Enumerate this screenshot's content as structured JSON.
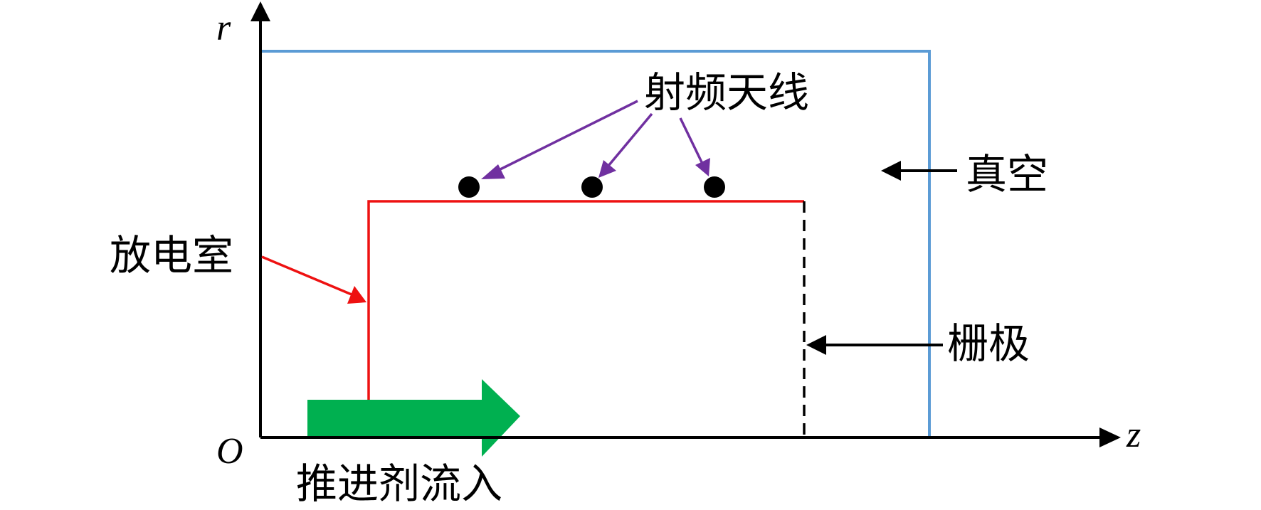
{
  "axes": {
    "r_label": "r",
    "z_label": "z",
    "origin_label": "O"
  },
  "labels": {
    "rf_antenna": "射频天线",
    "vacuum": "真空",
    "discharge_chamber": "放电室",
    "grid": "栅极",
    "propellant_inflow": "推进剂流入"
  },
  "colors": {
    "vacuum_boundary": "#5b9bd5",
    "chamber_wall": "#ee1111",
    "antenna_arrows": "#7030a0",
    "propellant_arrow": "#00b050",
    "axes": "#000000"
  },
  "antenna_count": 3
}
